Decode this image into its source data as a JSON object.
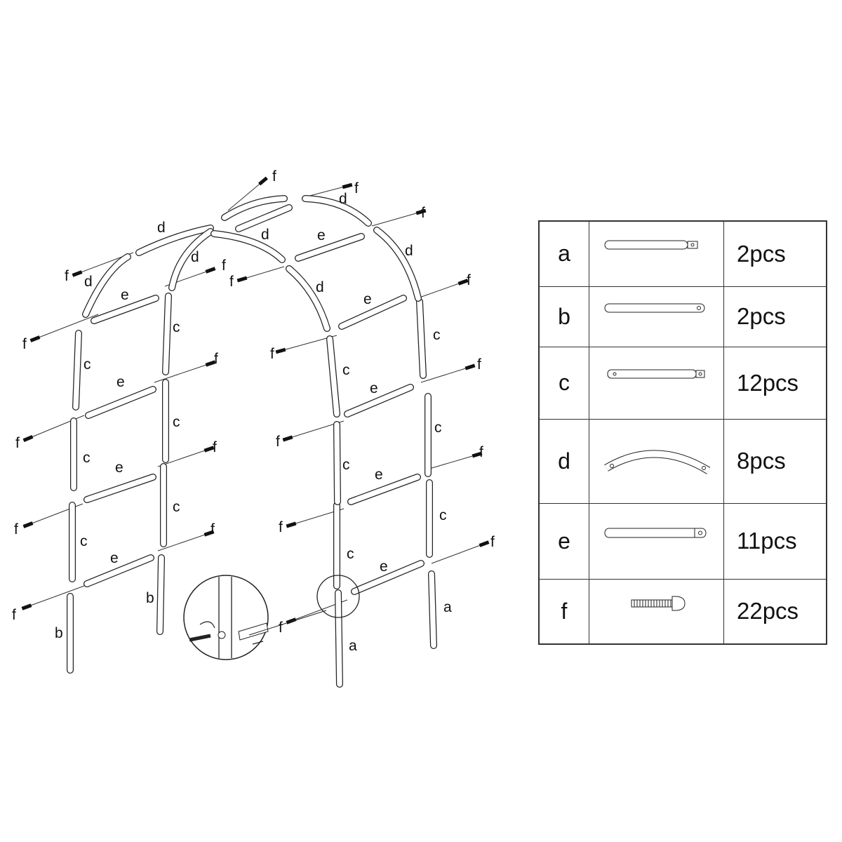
{
  "diagram": {
    "labels": [
      "f",
      "f",
      "f",
      "f",
      "f",
      "f",
      "f",
      "f",
      "f",
      "f",
      "f",
      "f",
      "f",
      "f",
      "f",
      "f",
      "f",
      "f",
      "f",
      "f",
      "f",
      "d",
      "d",
      "d",
      "d",
      "d",
      "d",
      "d",
      "e",
      "e",
      "e",
      "e",
      "e",
      "e",
      "e",
      "e",
      "e",
      "c",
      "c",
      "c",
      "c",
      "c",
      "c",
      "c",
      "c",
      "c",
      "c",
      "c",
      "c",
      "b",
      "b",
      "a",
      "a"
    ]
  },
  "parts_table": {
    "rows": [
      {
        "part": "a",
        "icon": "straight-tube-with-tab",
        "qty": "2pcs"
      },
      {
        "part": "b",
        "icon": "straight-tube-rounded",
        "qty": "2pcs"
      },
      {
        "part": "c",
        "icon": "straight-tube-two-holes",
        "qty": "12pcs"
      },
      {
        "part": "d",
        "icon": "curved-tube",
        "qty": "8pcs"
      },
      {
        "part": "e",
        "icon": "straight-tube-one-hole",
        "qty": "11pcs"
      },
      {
        "part": "f",
        "icon": "screw",
        "qty": "22pcs"
      }
    ]
  }
}
